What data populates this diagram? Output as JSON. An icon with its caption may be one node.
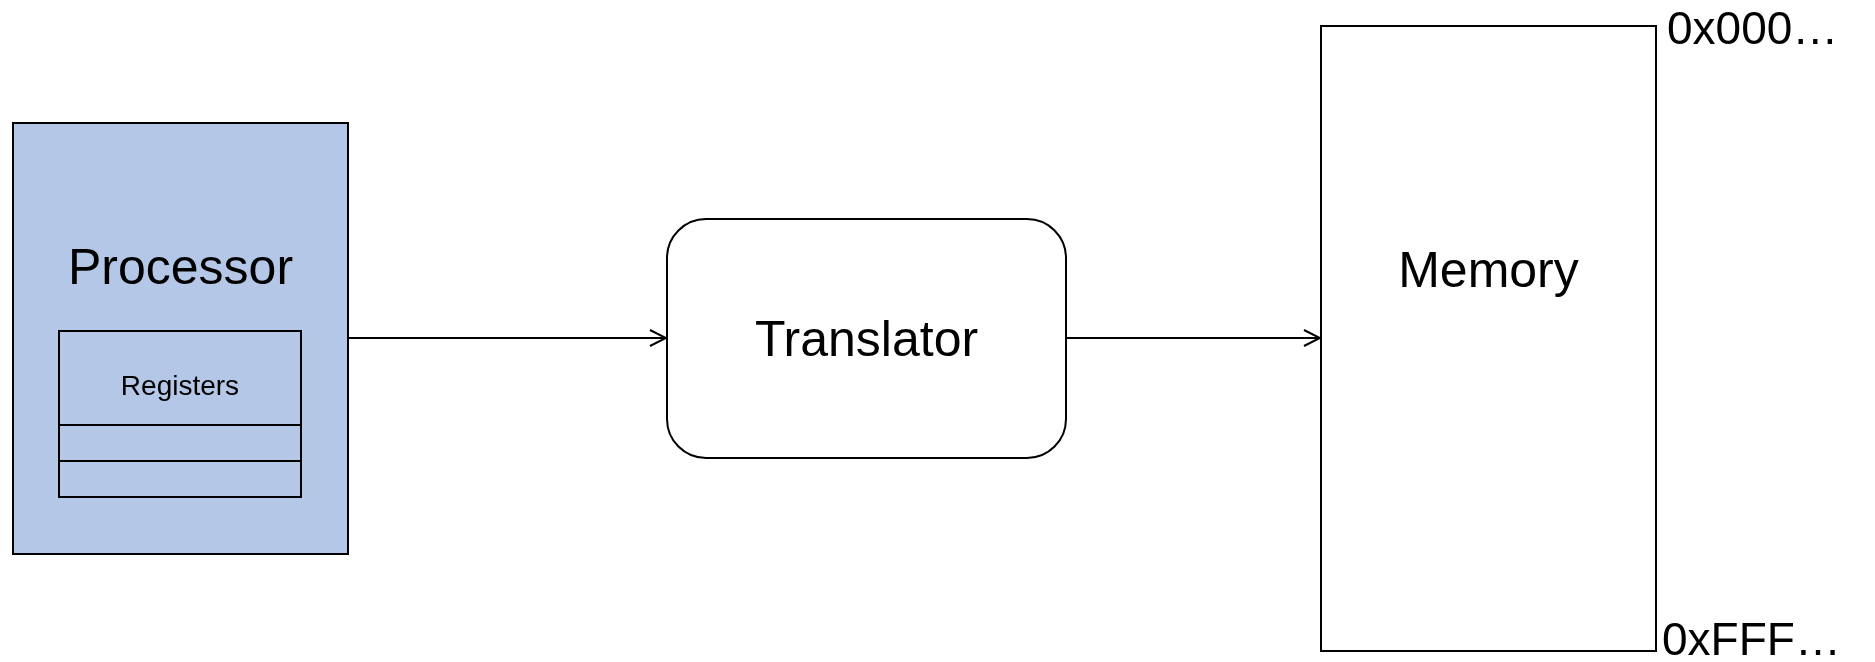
{
  "diagram": {
    "nodes": [
      {
        "text": [
          "Processor"
        ]
      },
      {
        "text": [
          "Registers"
        ],
        "in": 0
      },
      {
        "text": [],
        "shape": "box",
        "in": 0
      },
      {
        "text": [],
        "shape": "box",
        "in": 0
      },
      {
        "text": [
          "Translator"
        ]
      },
      {
        "text": [
          "Memory"
        ],
        "beside": [
          "0x000…",
          "0xFFF…"
        ]
      }
    ],
    "edges": [
      {
        "from": 0,
        "to": 4,
        "arrow": "to"
      },
      {
        "from": 4,
        "to": 5,
        "arrow": "to"
      }
    ]
  }
}
